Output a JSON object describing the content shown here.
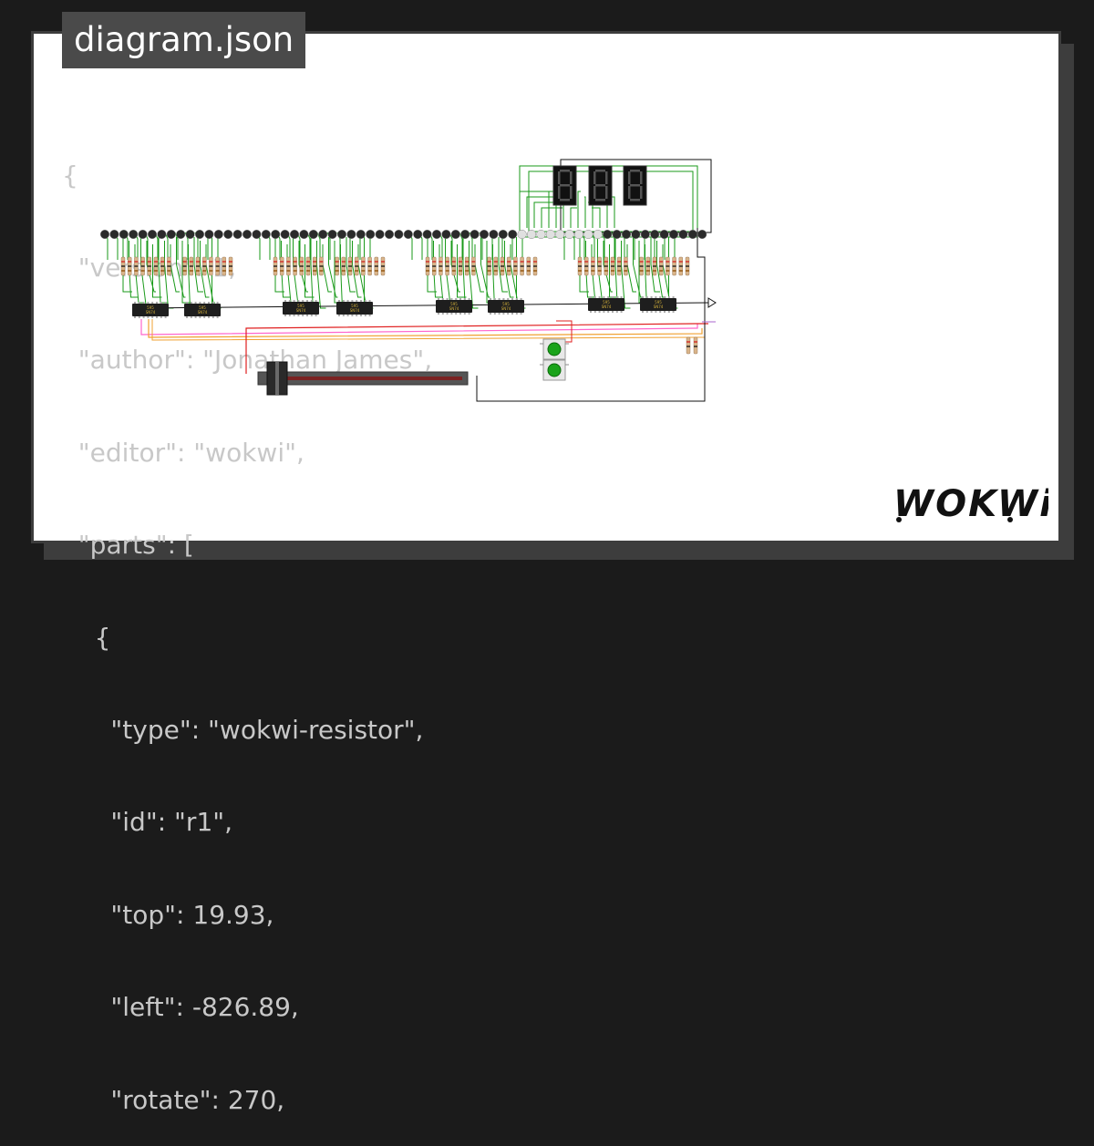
{
  "tab": {
    "filename": "diagram.json"
  },
  "code": {
    "lines": [
      "{",
      "  \"version\": 1,",
      "  \"author\": \"Jonathan James\",",
      "  \"editor\": \"wokwi\",",
      "  \"parts\": [",
      "    {",
      "      \"type\": \"wokwi-resistor\",",
      "      \"id\": \"r1\",",
      "      \"top\": 19.93,",
      "      \"left\": -826.89,",
      "      \"rotate\": 270,"
    ]
  },
  "chips": {
    "label_line1": "595",
    "label_line2": "SN74"
  },
  "brand": {
    "name": "WOKWi"
  },
  "colors": {
    "background": "#1b1b1b",
    "frame": "#3d3d3d",
    "tab_bg": "#4a4a4a",
    "code_text": "#c8c8c8",
    "wire_green": "#1a9a1a",
    "wire_black": "#111111",
    "wire_red": "#e02020",
    "wire_orange": "#f0a030",
    "wire_pink": "#ff66cc",
    "wire_purple": "#aa66cc",
    "led_dark": "#2a2a2a",
    "led_white": "#e0e0e0",
    "button_green": "#1aa31a",
    "chip_body": "#1e1e1e",
    "chip_text": "#d4b13a",
    "slider_track": "#7a2222"
  }
}
